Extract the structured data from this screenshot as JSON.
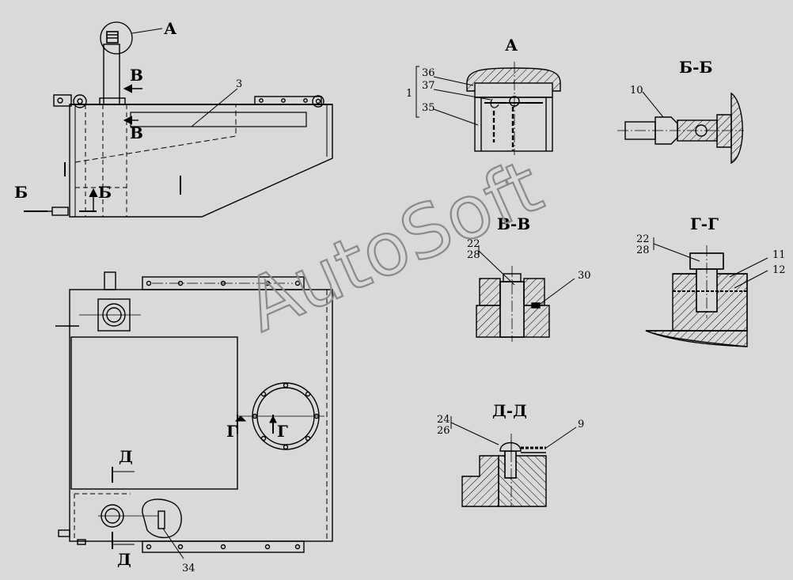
{
  "drawing": {
    "watermark": "AutoSoft",
    "views": {
      "view_a": "А",
      "section_bb": "Б-Б",
      "section_vv": "В-В",
      "section_gg": "Г-Г",
      "section_dd": "Д-Д"
    },
    "markers": {
      "a": "А",
      "v_top": "В",
      "v_bottom": "В",
      "b_left": "Б",
      "b_right": "Б",
      "g_left": "Г",
      "g_right": "Г",
      "d_top": "Д",
      "d_bottom": "Д"
    },
    "callouts": {
      "n3": "3",
      "n1": "1",
      "n36": "36",
      "n37": "37",
      "n35": "35",
      "n10": "10",
      "n22a": "22",
      "n28a": "28",
      "n30": "30",
      "n22b": "22",
      "n28b": "28",
      "n11": "11",
      "n12": "12",
      "n24": "24",
      "n26": "26",
      "n9": "9",
      "n34": "34"
    },
    "colors": {
      "background": "#d9d9d9",
      "line": "#000000",
      "hatch": "#000000",
      "watermark": "#8a8a8a"
    }
  }
}
